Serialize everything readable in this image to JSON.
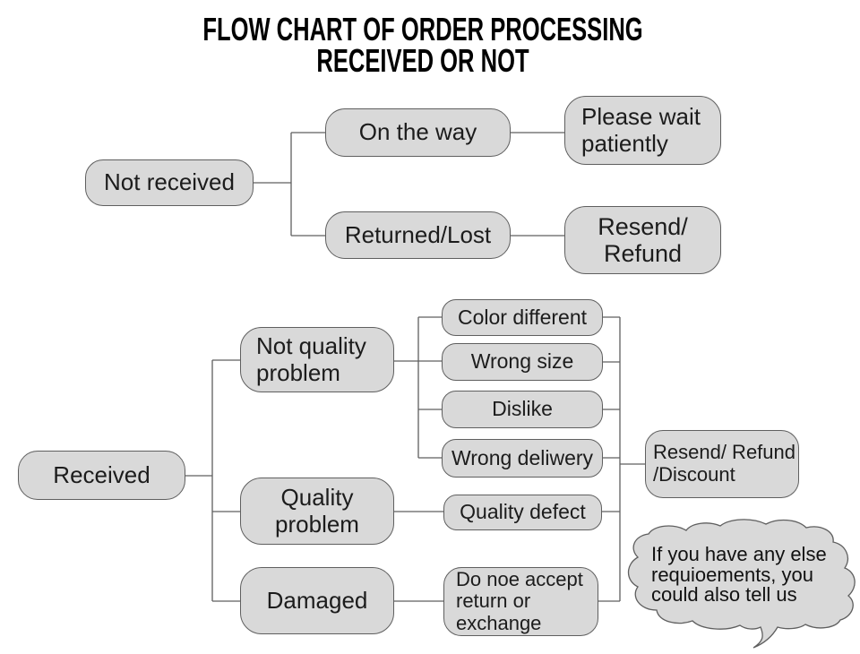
{
  "title": {
    "line1": "FLOW CHART OF ORDER PROCESSING",
    "line2": "RECEIVED OR NOT"
  },
  "nodes": {
    "not_received": "Not received",
    "on_the_way": "On the way",
    "returned_lost": "Returned/Lost",
    "please_wait": "Please wait\npatiently",
    "resend_refund": "Resend/\nRefund",
    "received": "Received",
    "not_quality_problem": "Not quality\nproblem",
    "quality_problem": "Quality\nproblem",
    "damaged": "Damaged",
    "color_different": "Color different",
    "wrong_size": "Wrong size",
    "dislike": "Dislike",
    "wrong_deliwery": "Wrong deliwery",
    "quality_defect": "Quality defect",
    "do_noe_accept": "Do noe accept\nreturn or\nexchange",
    "resend_refund_discount": "Resend/ Refund\n/Discount"
  },
  "speech_bubble": {
    "text": "If you have any else\nrequioements, you\ncould also tell us"
  },
  "edges": [
    {
      "from": "not_received",
      "to": "on_the_way"
    },
    {
      "from": "not_received",
      "to": "returned_lost"
    },
    {
      "from": "on_the_way",
      "to": "please_wait"
    },
    {
      "from": "returned_lost",
      "to": "resend_refund"
    },
    {
      "from": "received",
      "to": "not_quality_problem"
    },
    {
      "from": "received",
      "to": "quality_problem"
    },
    {
      "from": "received",
      "to": "damaged"
    },
    {
      "from": "not_quality_problem",
      "to": "color_different"
    },
    {
      "from": "not_quality_problem",
      "to": "wrong_size"
    },
    {
      "from": "not_quality_problem",
      "to": "dislike"
    },
    {
      "from": "not_quality_problem",
      "to": "wrong_deliwery"
    },
    {
      "from": "quality_problem",
      "to": "quality_defect"
    },
    {
      "from": "damaged",
      "to": "do_noe_accept"
    },
    {
      "from": "color_different",
      "to": "resend_refund_discount"
    },
    {
      "from": "wrong_size",
      "to": "resend_refund_discount"
    },
    {
      "from": "dislike",
      "to": "resend_refund_discount"
    },
    {
      "from": "wrong_deliwery",
      "to": "resend_refund_discount"
    },
    {
      "from": "quality_defect",
      "to": "resend_refund_discount"
    },
    {
      "from": "do_noe_accept",
      "to": "resend_refund_discount"
    }
  ],
  "colors": {
    "background": "#ffffff",
    "box_fill": "#d9d9d9",
    "box_border": "#5f5f5f",
    "connector": "#5f5f5f",
    "text": "#1c1c1c"
  }
}
